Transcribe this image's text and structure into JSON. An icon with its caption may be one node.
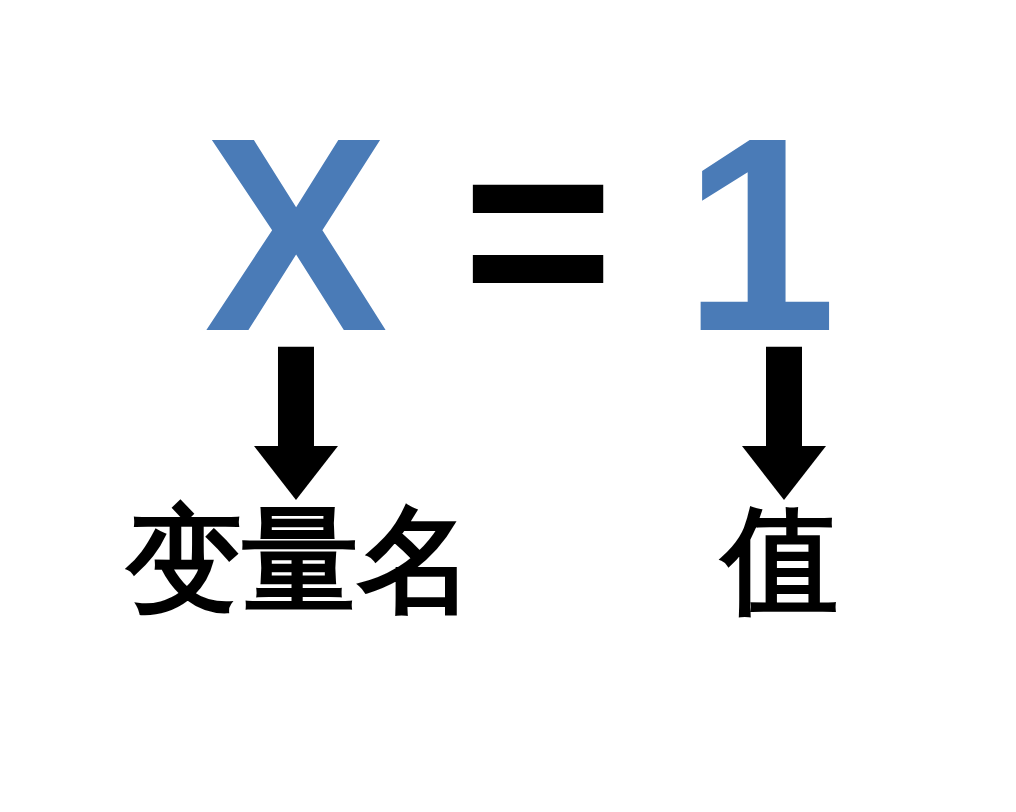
{
  "diagram": {
    "nodes": [
      {
        "text": [
          "X"
        ]
      },
      {
        "text": [
          "1"
        ]
      },
      {
        "text": [
          "变量名"
        ]
      },
      {
        "text": [
          "值"
        ]
      }
    ],
    "edges": [
      {
        "from": 0,
        "to": 2,
        "arrow": "to"
      },
      {
        "from": 1,
        "to": 3,
        "arrow": "to"
      }
    ],
    "labels": [
      "="
    ]
  }
}
